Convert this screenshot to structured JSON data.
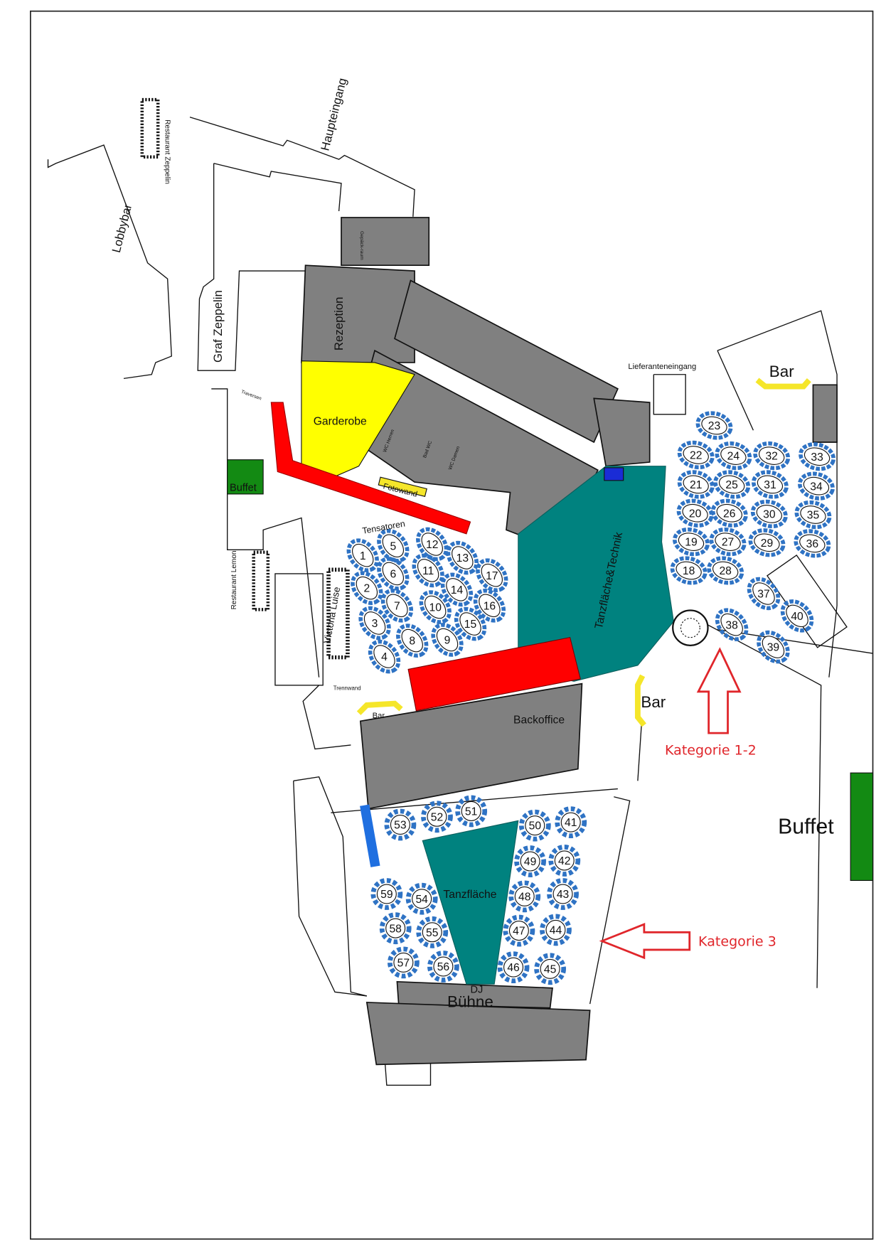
{
  "labels": {
    "main_entrance": "Haupteingang",
    "restaurant_zeppelin": "Restaurant Zeppelin",
    "lobbybar": "Lobbybar",
    "graf_zeppelin": "Graf Zeppelin",
    "reception": "Rezeption",
    "luggage_room": "Gepäck-raum",
    "cloakroom": "Garderobe",
    "delivery_entrance": "Lieferanteneingang",
    "bar_top": "Bar",
    "buffet_left": "Buffet",
    "photo_wall": "Fotowand",
    "tensators": "Tensatoren",
    "traversen": "Traversen",
    "restaurant_lemon": "Restaurant Lemon",
    "victoria_luise": "Victoria Luise",
    "partition_wall": "Trennwand",
    "bar_small": "Bar",
    "dancefloor_tech": "Tanzfläche&Technik",
    "bar_middle": "Bar",
    "backoffice": "Backoffice",
    "dancefloor": "Tanzfläche",
    "dj": "DJ",
    "stage": "Bühne",
    "buffet_right": "Buffet",
    "wc_men": "WC Herren",
    "wc_women": "WC Damen",
    "bath_wc": "Bad WC",
    "category_1_2": "Kategorie 1-2",
    "category_3": "Kategorie 3"
  },
  "tables_oval": [
    "1",
    "2",
    "3",
    "4",
    "5",
    "6",
    "7",
    "8",
    "9",
    "10",
    "11",
    "12",
    "13",
    "14",
    "15",
    "16",
    "17",
    "18",
    "19",
    "20",
    "21",
    "22",
    "23",
    "24",
    "25",
    "26",
    "27",
    "28",
    "29",
    "30",
    "31",
    "32",
    "33",
    "34",
    "35",
    "36",
    "37",
    "38",
    "39",
    "40"
  ],
  "tables_round": [
    "41",
    "42",
    "43",
    "44",
    "45",
    "46",
    "47",
    "48",
    "49",
    "50",
    "51",
    "52",
    "53",
    "54",
    "55",
    "56",
    "57",
    "58",
    "59"
  ],
  "colors": {
    "room_gray": "#808080",
    "cloakroom_yellow": "#ffff00",
    "dancefloor_teal": "#00827f",
    "stage_red": "#ff0000",
    "buffet_green": "#138a13",
    "chair_blue": "#2f73c4",
    "category_red": "#e0262b",
    "bar_yellow": "#f5e62a"
  }
}
